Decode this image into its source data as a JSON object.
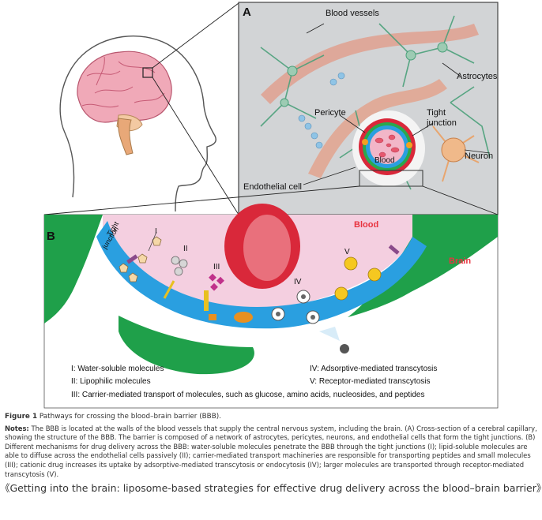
{
  "panel_a": {
    "letter": "A",
    "labels": {
      "blood_vessels": "Blood vessels",
      "astrocytes": "Astrocytes",
      "pericyte": "Pericyte",
      "tight_junction_1": "Tight",
      "tight_junction_2": "junction",
      "neuron": "Neuron",
      "blood": "Blood",
      "endothelial_cell": "Endothelial cell"
    }
  },
  "panel_b": {
    "letter": "B",
    "labels": {
      "blood": "Blood",
      "brain": "Brain",
      "tight_junction_1": "Tight",
      "tight_junction_2": "junction",
      "roman_1": "I",
      "roman_2": "II",
      "roman_3": "III",
      "roman_4": "IV",
      "roman_5": "V"
    },
    "legend": [
      "I: Water-soluble molecules",
      "II: Lipophilic molecules",
      "III: Carrier-mediated transport of molecules, such as glucose, amino acids, nucleosides, and peptides",
      "IV: Adsorptive-mediated transcytosis",
      "V: Receptor-mediated transcytosis"
    ]
  },
  "colors": {
    "brain_green": "#1fa04a",
    "endothelium_blue": "#2a9fe0",
    "blood_red": "#d9283a",
    "lumen_pink": "#f2c4d6",
    "label_red": "#e8333f"
  },
  "caption": {
    "figure_label": "Figure 1",
    "title": "Pathways for crossing the blood–brain barrier (BBB).",
    "notes_label": "Notes:",
    "notes_text": "The BBB is located at the walls of the blood vessels that supply the central nervous system, including the brain. (A) Cross-section of a cerebral capillary, showing the structure of the BBB. The barrier is composed of a network of astrocytes, pericytes, neurons, and endothelial cells that form the tight junctions. (B) Different mechanisms for drug delivery across the BBB: water-soluble molecules penetrate the BBB through the tight junctions (I); lipid-soluble molecules are able to diffuse across the endothelial cells passively (II); carrier-mediated transport machineries are responsible for transporting peptides and small molecules (III); cationic drug increases its uptake by adsorptive-mediated transcytosis or endocytosis (IV); larger molecules are transported through receptor-mediated transcytosis (V)."
  },
  "source": "《Getting into the brain: liposome-based strategies for effective drug delivery across the blood–brain barrier》"
}
